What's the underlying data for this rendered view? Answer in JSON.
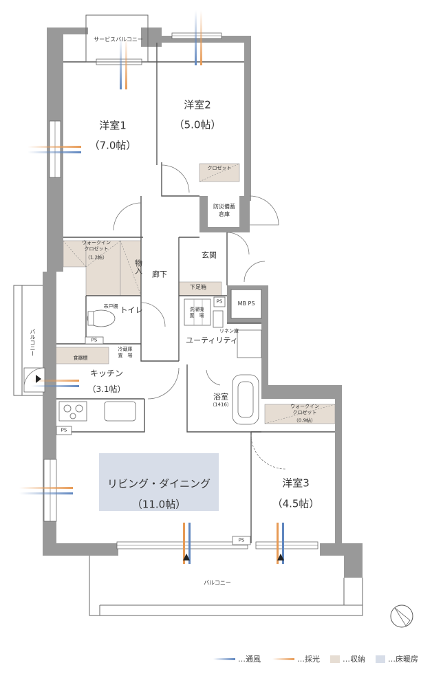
{
  "rooms": {
    "bed1": {
      "name": "洋室1",
      "size": "（7.0帖）"
    },
    "bed2": {
      "name": "洋室2",
      "size": "（5.0帖）"
    },
    "bed3": {
      "name": "洋室3",
      "size": "（4.5帖）"
    },
    "living": {
      "name": "リビング・ダイニング",
      "size": "（11.0帖）"
    },
    "kitchen": {
      "name": "キッチン",
      "size": "（3.1帖）"
    },
    "entrance": "玄関",
    "hallway": "廊下",
    "toilet": "トイレ",
    "utility": "ユーティリティ",
    "bath": {
      "name": "浴室",
      "size": "（1416）"
    },
    "storage": "物入",
    "disaster_storage": "防災備蓄\n倉庫",
    "shoe_box": "下足箱"
  },
  "labels": {
    "service_balcony": "サービスバルコニー",
    "balcony_bottom": "バルコニー",
    "balcony_left": "バルコニー",
    "closet2": "クロゼット",
    "wic1": "ウォークイン\nクロゼット",
    "wic1_size": "（1.2帖）",
    "wic3": "ウォークイン\nクロゼット",
    "wic3_size": "（0.9帖）",
    "hanging_shelf": "吊戸棚",
    "pantry": "食器棚",
    "fridge": "冷蔵庫\n置　場",
    "washer": "洗濯機\n置　場",
    "linen": "リネン庫",
    "ps": "PS",
    "mbps": "MB PS"
  },
  "legend": [
    {
      "label": "…通風",
      "color": "#5f86bf",
      "kind": "wind"
    },
    {
      "label": "…採光",
      "color": "#e79a55",
      "kind": "light"
    },
    {
      "label": "…収納",
      "color": "#e6ddd3",
      "kind": "storage"
    },
    {
      "label": "…床暖房",
      "color": "#d7dde8",
      "kind": "floorheat"
    }
  ],
  "colors": {
    "wall": "#999999",
    "storage": "#e6ddd3",
    "floorheat": "#d7dde8",
    "wind": "#5f86bf",
    "light": "#e79a55"
  }
}
